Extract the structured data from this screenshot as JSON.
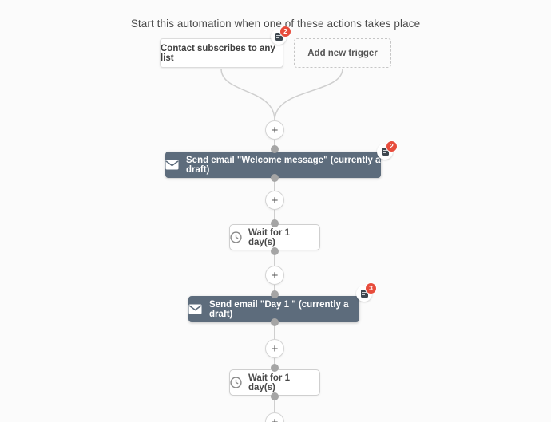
{
  "header": {
    "title": "Start this automation when one of these actions takes place"
  },
  "triggers": [
    {
      "label": "Contact subscribes to any list",
      "notes_count": "2",
      "style": "solid"
    },
    {
      "label": "Add new trigger",
      "style": "dashed"
    }
  ],
  "steps": [
    {
      "type": "email",
      "label": "Send email \"Welcome message\" (currently a draft)",
      "notes_count": "2"
    },
    {
      "type": "wait",
      "label": "Wait for 1 day(s)"
    },
    {
      "type": "email",
      "label": "Send email \"Day 1 \" (currently a draft)",
      "notes_count": "3"
    },
    {
      "type": "wait",
      "label": "Wait for 1 day(s)"
    }
  ],
  "ui": {
    "add_step_glyph": "+"
  },
  "colors": {
    "action_box": "#5d6c7c",
    "badge_red": "#e74c3c",
    "connector": "#cfcfcf",
    "background": "#fbfbfb"
  }
}
